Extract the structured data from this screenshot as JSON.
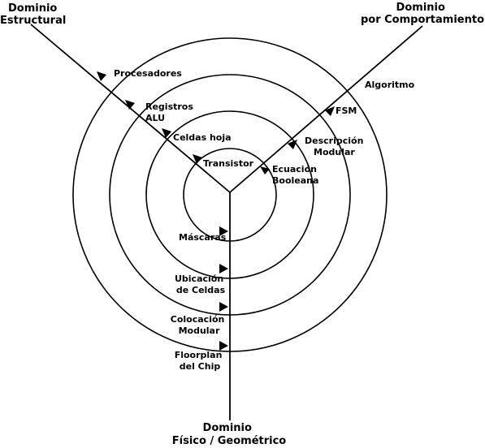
{
  "titles": {
    "structural": [
      "Dominio",
      "Estructural"
    ],
    "behavioral": [
      "Dominio",
      "por Comportamiento"
    ],
    "physical": [
      "Dominio",
      "Físico / Geométrico"
    ]
  },
  "structural_levels": {
    "processors": "Procesadores",
    "registers": [
      "Registros",
      "ALU"
    ],
    "leaf_cells": "Celdas hoja",
    "transistor": "Transistor"
  },
  "behavioral_levels": {
    "algorithm": "Algoritmo",
    "fsm": "FSM",
    "modular_description": [
      "Descripción",
      "Modular"
    ],
    "boolean_equation": [
      "Ecuación",
      "Booleana"
    ]
  },
  "physical_levels": {
    "masks": "Máscaras",
    "cell_placement": [
      "Ubicación",
      "de Celdas"
    ],
    "module_placement": [
      "Colocación",
      "Modular"
    ],
    "chip_floorplan": [
      "Floorplan",
      "del Chip"
    ]
  }
}
